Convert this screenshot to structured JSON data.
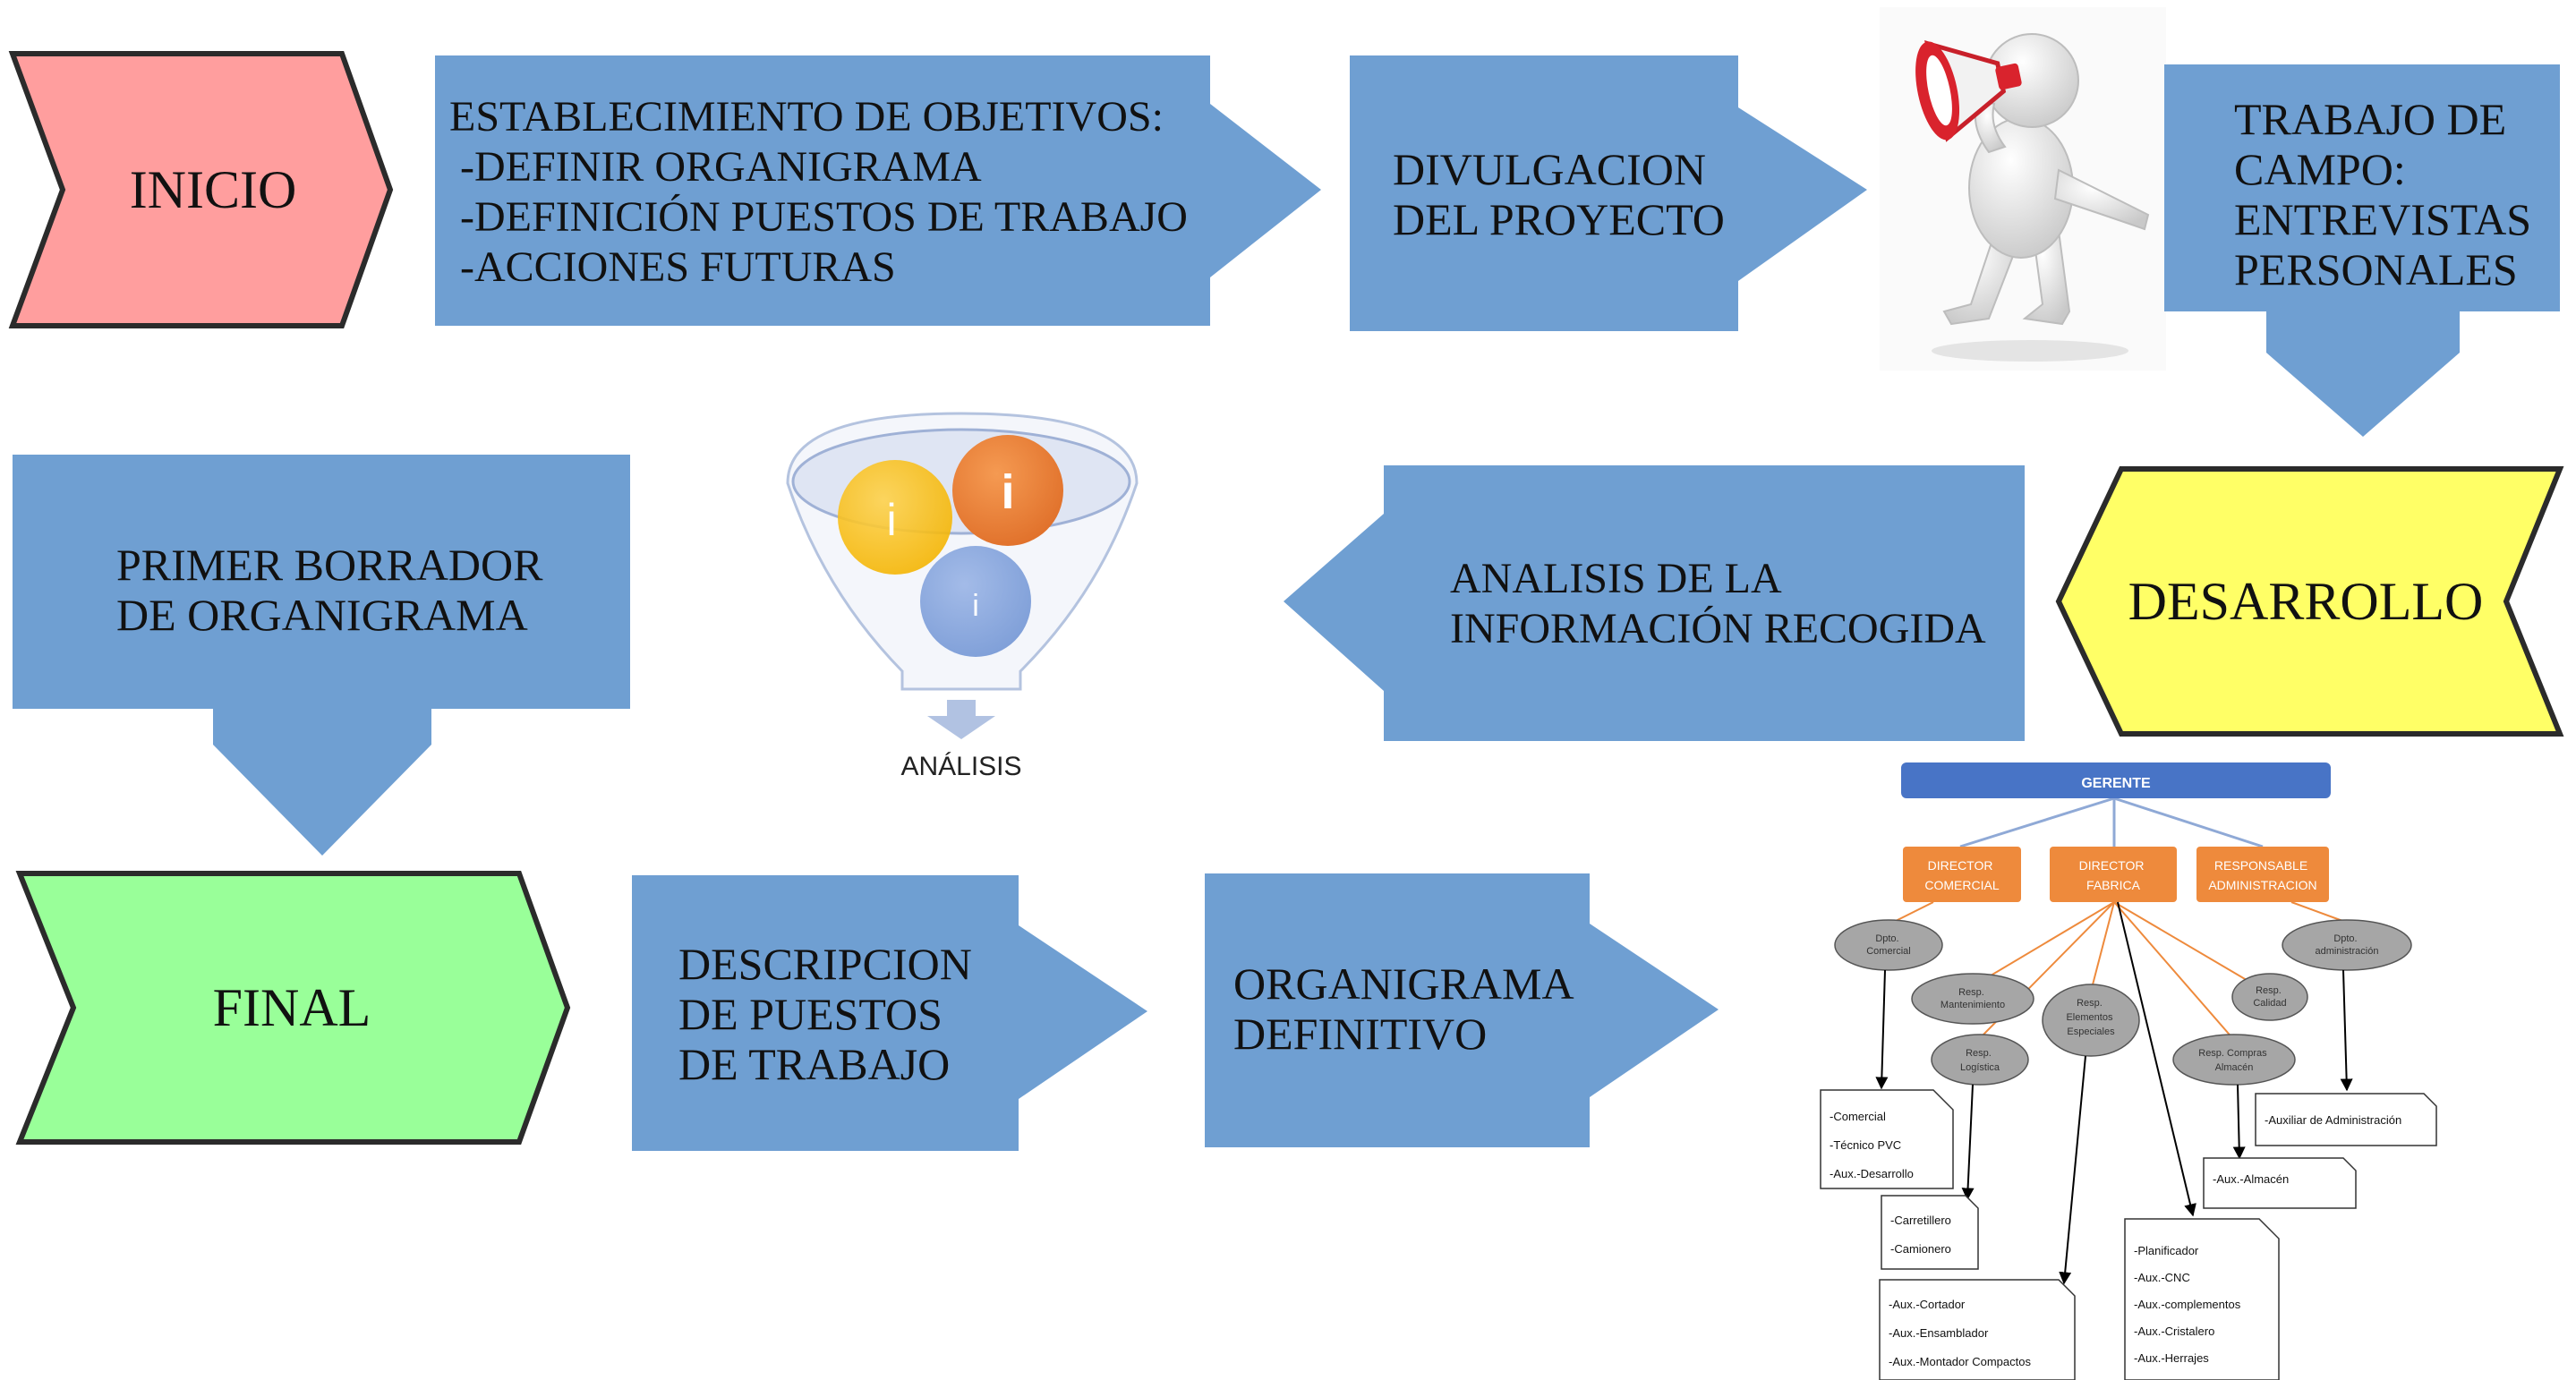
{
  "colors": {
    "box_blue": "#6f9fd2",
    "start_pink": "#ff9e9e",
    "dev_yellow": "#ffff66",
    "final_green": "#99ff99",
    "org_top": "#4874c6",
    "org_orange": "#ee8a3c",
    "org_gray": "#a6a6a6"
  },
  "steps": {
    "inicio": "INICIO",
    "objetivos": [
      "ESTABLECIMIENTO DE OBJETIVOS:",
      " -DEFINIR ORGANIGRAMA",
      " -DEFINICIÓN PUESTOS DE TRABAJO",
      " -ACCIONES FUTURAS"
    ],
    "divulgacion": [
      "DIVULGACION",
      "DEL PROYECTO"
    ],
    "trabajo_campo": [
      "TRABAJO DE",
      "CAMPO:",
      "ENTREVISTAS",
      "PERSONALES"
    ],
    "desarrollo": "DESARROLLO",
    "analisis_info": [
      "ANALISIS DE LA",
      "INFORMACIÓN RECOGIDA"
    ],
    "analisis_icon_label": "ANÁLISIS",
    "primer_borrador": [
      "PRIMER BORRADOR",
      "DE ORGANIGRAMA"
    ],
    "final": "FINAL",
    "descripcion": [
      "DESCRIPCION",
      "DE PUESTOS",
      "DE TRABAJO"
    ],
    "organigrama_def": [
      "ORGANIGRAMA",
      "DEFINITIVO"
    ]
  },
  "funnel_glyphs": [
    "i",
    "i",
    "i"
  ],
  "org_chart": {
    "top": "GERENTE",
    "directors": [
      [
        "DIRECTOR",
        "COMERCIAL"
      ],
      [
        "DIRECTOR",
        "FABRICA"
      ],
      [
        "RESPONSABLE",
        "ADMINISTRACION"
      ]
    ],
    "units": [
      [
        "Dpto.",
        "Comercial"
      ],
      [
        "Resp.",
        "Mantenimiento"
      ],
      [
        "Resp.",
        "Elementos",
        "Especiales"
      ],
      [
        "Resp.",
        "Logística"
      ],
      [
        "Resp. Compras",
        "Almacén"
      ],
      [
        "Resp.",
        "Calidad"
      ],
      [
        "Dpto.",
        "administración"
      ]
    ],
    "lists": [
      [
        "-Comercial",
        "-Técnico PVC",
        "-Aux.-Desarrollo"
      ],
      [
        "-Carretillero",
        "-Camionero"
      ],
      [
        "-Aux.-Cortador",
        "-Aux.-Ensamblador",
        "-Aux.-Montador Compactos"
      ],
      [
        "-Planificador",
        "-Aux.-CNC",
        "-Aux.-complementos",
        "-Aux.-Cristalero",
        "-Aux.-Herrajes"
      ],
      [
        "-Aux.-Almacén"
      ],
      [
        "-Auxiliar de Administración"
      ]
    ]
  }
}
